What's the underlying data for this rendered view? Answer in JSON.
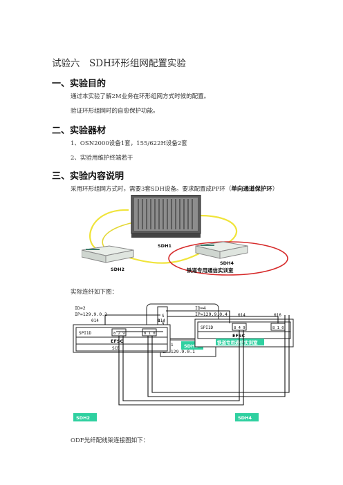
{
  "doc": {
    "title": "试验六　SDH环形组网配置实验",
    "sections": [
      {
        "heading": "一、实验目的",
        "lines": [
          "通过本实验了解2M业务在环形组网方式时候的配置。",
          "验证环形组网时的自愈保护功能。"
        ]
      },
      {
        "heading": "二、实验器材",
        "lines": [
          "1、OSN2000设备1套，155/622H设备2套",
          "2、实验用维护终端若干"
        ]
      },
      {
        "heading": "三、实验内容说明",
        "intro": "采用环形组网方式时，需要3套SDH设备。要求配置成PP环（",
        "intro_bold": "单向通道保护环",
        "intro_end": "）"
      }
    ],
    "photo": {
      "sdh1": "SDH1",
      "sdh2": "SDH2",
      "sdh4": "SDH4",
      "lab_name": "铁道专用通信实训室"
    },
    "wiring_caption": "实际连纤如下图：",
    "wiring": {
      "rack_s": "S",
      "rack_q": "Q",
      "rack_4": "4",
      "rack_1": "1",
      "node1_id": "ID=1",
      "node1_ip": "IP=129.9.0.1",
      "node1_tag": "SDH1",
      "node2_id": "ID=2",
      "node2_ip": "IP=129.9.0.2",
      "node2_slot": "014",
      "node2_spi": "SPI1D",
      "node2_efsc": "EFSC",
      "node2_scb": "SCB",
      "node2_port_a": "8 2 9",
      "node2_port_b": "8 1 0",
      "node2_tag": "SDH2",
      "node4_id": "ID=4",
      "node4_ip": "IP=129.9.0.4",
      "node4_slot": "014",
      "node4_slot2": "016",
      "node4_spi": "SPI1D",
      "node4_efsc": "EFSC",
      "node4_port_a": "8 4 9",
      "node4_port_b": "8 1 0",
      "node4_lab": "铁道专用通信实训室",
      "node4_tag": "SDH4"
    },
    "odf_caption": "ODF光纤配线架连接图如下："
  }
}
